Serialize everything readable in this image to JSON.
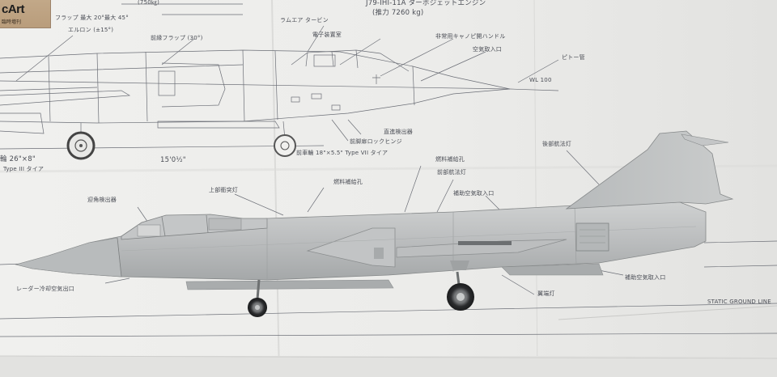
{
  "brand": {
    "name": "cArt",
    "subtitle": "臨時増刊"
  },
  "drawing_callouts": [
    {
      "text": "(750㎏)",
      "id": "fuel-750"
    },
    {
      "text": "J79-IHI-11A ターボジェットエンジン",
      "id": "engine"
    },
    {
      "text": "(推力 7260 kg)",
      "id": "thrust"
    },
    {
      "text": "フラップ 最大 20°最大 45°",
      "id": "flap-max"
    },
    {
      "text": "エルロン (±15°)",
      "id": "aileron"
    },
    {
      "text": "ラムエア タービン",
      "id": "ram-air"
    },
    {
      "text": "電子装置室",
      "id": "avionics"
    },
    {
      "text": "前縁フラップ (30°)",
      "id": "le-flap"
    },
    {
      "text": "非常用キャノピ開ハンドル",
      "id": "canopy-handle"
    },
    {
      "text": "空気取入口",
      "id": "air-intake"
    },
    {
      "text": "ピトー管",
      "id": "pitot"
    },
    {
      "text": "WL 100",
      "id": "wl100"
    },
    {
      "text": "直進検出器",
      "id": "detector"
    },
    {
      "text": "前脚扉ロックヒンジ",
      "id": "gear-door"
    },
    {
      "text": "前車輪 18\"×5.5\" Type VII タイア",
      "id": "nose-wheel"
    },
    {
      "text": "輪 26\"×8\"",
      "id": "main-wheel"
    },
    {
      "text": "Type III タイア",
      "id": "main-tire"
    },
    {
      "text": "15'0½\"",
      "id": "dimension"
    },
    {
      "text": "上部衝突灯",
      "id": "upper-light"
    },
    {
      "text": "燃料補給孔",
      "id": "fuel-port"
    },
    {
      "text": "燃料補給孔",
      "id": "fuel-port-2"
    },
    {
      "text": "前部航法灯",
      "id": "fwd-nav-light"
    },
    {
      "text": "後部航法灯",
      "id": "aft-nav-light"
    },
    {
      "text": "補助空気取入口",
      "id": "aux-intake"
    },
    {
      "text": "迎角検出器",
      "id": "aoa"
    },
    {
      "text": "レーダー冷却空気出口",
      "id": "radar-outlet"
    },
    {
      "text": "翼端灯",
      "id": "wingtip-light"
    },
    {
      "text": "補助空気取入口",
      "id": "aux-intake-2"
    },
    {
      "text": "STATIC GROUND LINE",
      "id": "ground-line"
    }
  ],
  "colors": {
    "paper": "#eaeae8",
    "paper_shadow": "#d4d4d2",
    "ink": "#4a4d55",
    "model_grey": "#b3b6b7",
    "model_light": "#cbcdcd",
    "model_dark": "#8d9092",
    "cardboard": "#bfa585"
  }
}
